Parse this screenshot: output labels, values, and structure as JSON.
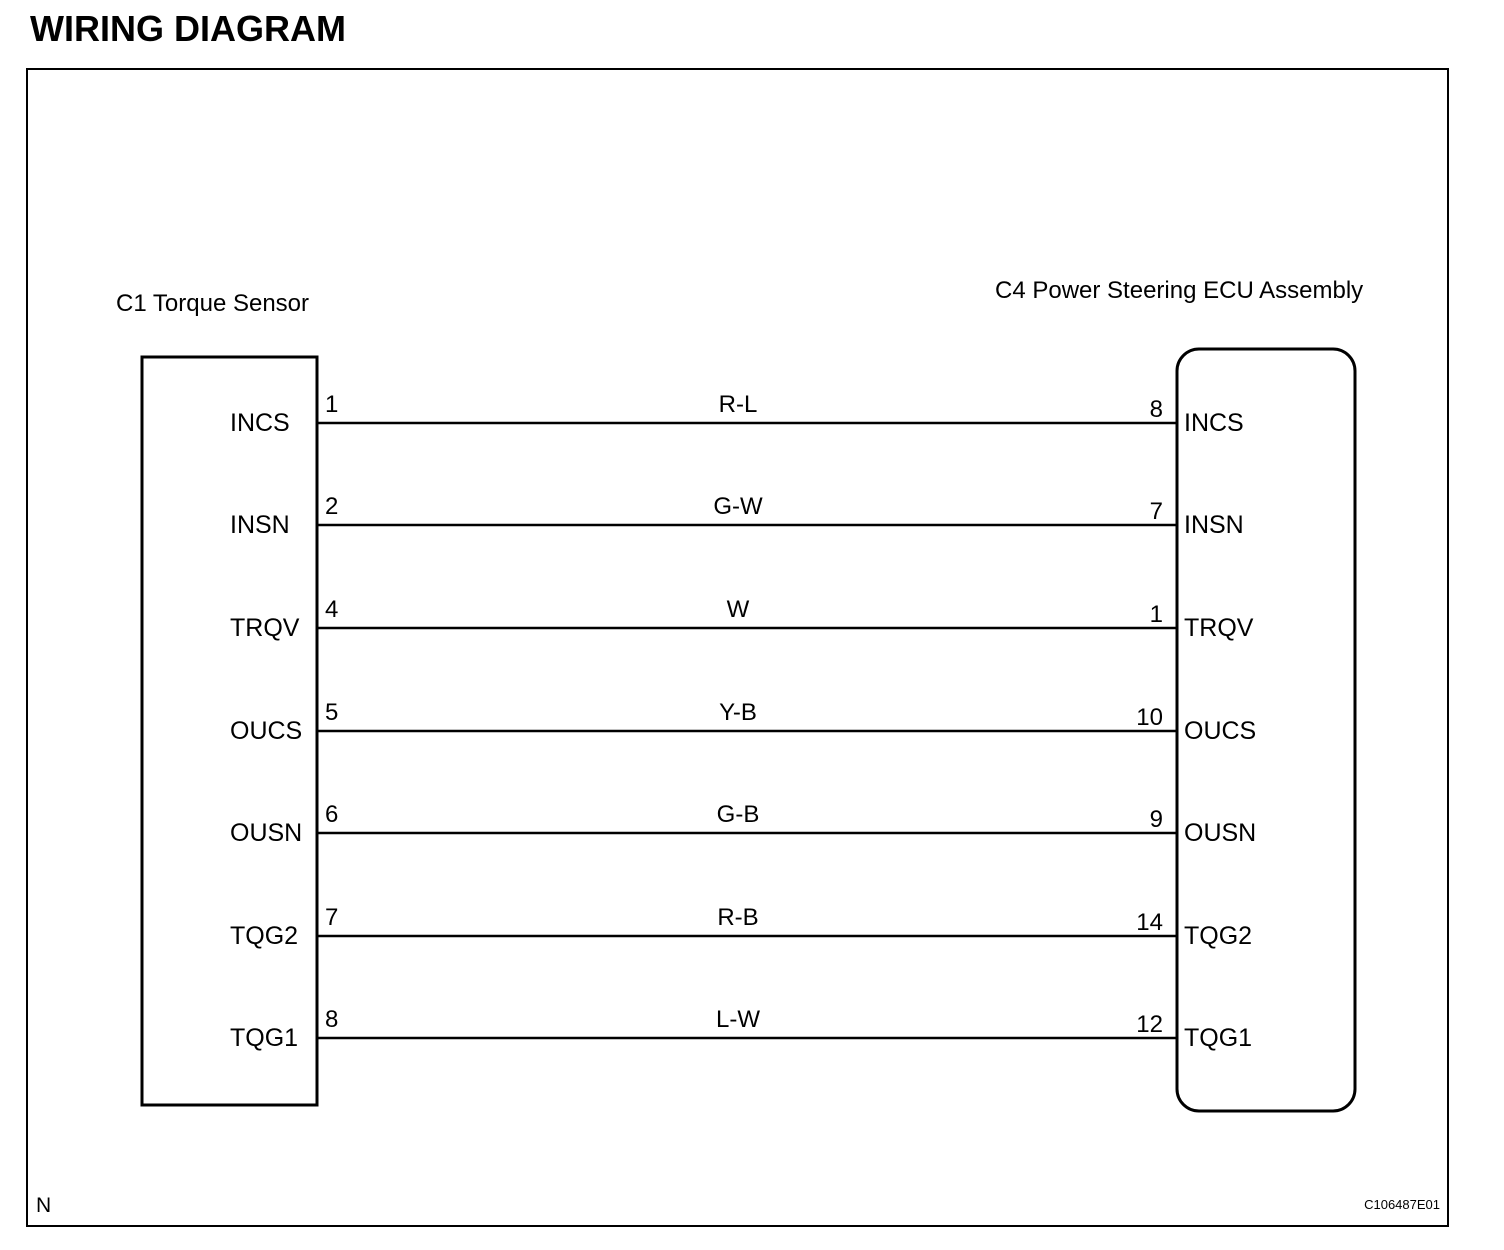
{
  "title": "WIRING DIAGRAM",
  "left_component": {
    "label": "C1 Torque Sensor"
  },
  "right_component": {
    "label": "C4 Power Steering ECU Assembly"
  },
  "wires": [
    {
      "left_pin": "1",
      "left_signal": "INCS",
      "color": "R-L",
      "right_pin": "8",
      "right_signal": "INCS"
    },
    {
      "left_pin": "2",
      "left_signal": "INSN",
      "color": "G-W",
      "right_pin": "7",
      "right_signal": "INSN"
    },
    {
      "left_pin": "4",
      "left_signal": "TRQV",
      "color": "W",
      "right_pin": "1",
      "right_signal": "TRQV"
    },
    {
      "left_pin": "5",
      "left_signal": "OUCS",
      "color": "Y-B",
      "right_pin": "10",
      "right_signal": "OUCS"
    },
    {
      "left_pin": "6",
      "left_signal": "OUSN",
      "color": "G-B",
      "right_pin": "9",
      "right_signal": "OUSN"
    },
    {
      "left_pin": "7",
      "left_signal": "TQG2",
      "color": "R-B",
      "right_pin": "14",
      "right_signal": "TQG2"
    },
    {
      "left_pin": "8",
      "left_signal": "TQG1",
      "color": "L-W",
      "right_pin": "12",
      "right_signal": "TQG1"
    }
  ],
  "footer": {
    "corner_mark": "N",
    "figure_code": "C106487E01"
  }
}
